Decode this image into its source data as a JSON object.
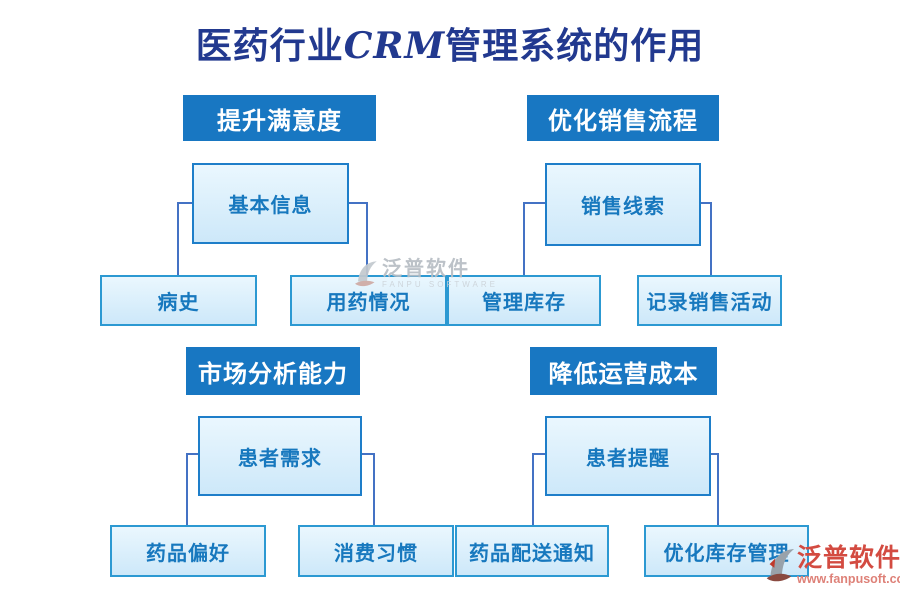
{
  "title": {
    "prefix": "医药行业",
    "acronym": "CRM",
    "suffix": "管理系统的作用"
  },
  "sections": [
    {
      "header": "提升满意度",
      "parent": "基本信息",
      "children": [
        "病史",
        "用药情况"
      ]
    },
    {
      "header": "优化销售流程",
      "parent": "销售线索",
      "children": [
        "管理库存",
        "记录销售活动"
      ]
    },
    {
      "header": "市场分析能力",
      "parent": "患者需求",
      "children": [
        "药品偏好",
        "消费习惯"
      ]
    },
    {
      "header": "降低运营成本",
      "parent": "患者提醒",
      "children": [
        "药品配送通知",
        "优化库存管理"
      ]
    }
  ],
  "watermark": {
    "brand": "泛普软件",
    "sub": "FANPU SOFTWARE"
  },
  "footer_logo": {
    "brand": "泛普软件",
    "url": "www.fanpusoft.com"
  },
  "icons": {
    "watermark_icon": "fanpu-sail-icon",
    "footer_icon": "fanpu-sail-icon"
  },
  "colors": {
    "header_blue": "#1877c2",
    "node_fill_top": "#eaf7fe",
    "node_fill_bottom": "#cde8f9",
    "node_border": "#2c99d2",
    "node_text": "#1778be",
    "connector": "#4472c4",
    "title_navy": "#22398f",
    "logo_red": "#d34b41",
    "logo_url_red": "#de8178",
    "watermark_gray": "#b7bdc4"
  }
}
